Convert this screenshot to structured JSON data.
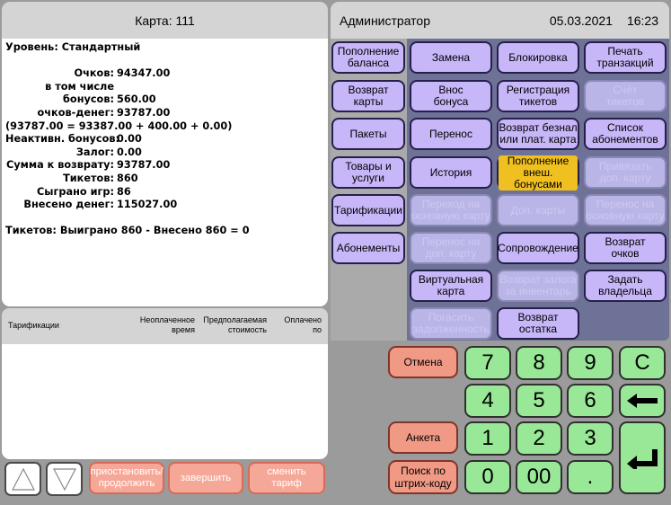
{
  "card": {
    "title": "Карта: 111",
    "level": "Уровень: Стандартный",
    "rows": [
      {
        "label": "Очков:",
        "value": "94347.00"
      },
      {
        "label": "в том числе",
        "value": ""
      },
      {
        "label": "бонусов:",
        "value": "560.00"
      },
      {
        "label": "очков-денег:",
        "value": "93787.00"
      },
      {
        "label": "(93787.00 = 93387.00 + 400.00 + 0.00)",
        "value": ""
      },
      {
        "label": "Неактивн. бонусов:",
        "value": "0.00"
      },
      {
        "label": "Залог:",
        "value": "0.00"
      },
      {
        "label": "Сумма к возврату:",
        "value": "93787.00"
      },
      {
        "label": "Тикетов:",
        "value": "860"
      },
      {
        "label": "Сыграно игр:",
        "value": "86"
      },
      {
        "label": "Внесено денег:",
        "value": "115027.00"
      }
    ],
    "tickets_summary": "Тикетов: Выиграно 860 - Внесено 860 = 0"
  },
  "tariffs_table": {
    "col1": "Тарификации",
    "col2a": "Неоплаченное",
    "col2b": "время",
    "col3a": "Предполагаемая",
    "col3b": "стоимость",
    "col4a": "Оплачено",
    "col4b": "по"
  },
  "bottom_buttons": {
    "pause": "приостановить/\nпродолжить",
    "finish": "завершить",
    "change_tariff": "сменить\nтариф"
  },
  "header": {
    "user": "Администратор",
    "date": "05.03.2021",
    "time": "16:23"
  },
  "left_menu": [
    "Пополнение\nбаланса",
    "Возврат\nкарты",
    "Пакеты",
    "Товары и\nуслуги",
    "Тарификации",
    "Абонементы"
  ],
  "actions": [
    {
      "label": "Замена",
      "enabled": true
    },
    {
      "label": "Блокировка",
      "enabled": true
    },
    {
      "label": "Печать\nтранзакций",
      "enabled": true
    },
    {
      "label": "Внос\nбонуса",
      "enabled": true
    },
    {
      "label": "Регистрация\nтикетов",
      "enabled": true
    },
    {
      "label": "Счёт\nтикетов",
      "enabled": false
    },
    {
      "label": "Перенос",
      "enabled": true
    },
    {
      "label": "Возврат безнал\nили плат. карта",
      "enabled": true
    },
    {
      "label": "Список\nабонементов",
      "enabled": true
    },
    {
      "label": "История",
      "enabled": true
    },
    {
      "label": "Пополнение\nвнеш. бонусами",
      "enabled": true,
      "highlight": true
    },
    {
      "label": "Привязать\nдоп. карту",
      "enabled": false
    },
    {
      "label": "Переход на\nосновную карту",
      "enabled": false
    },
    {
      "label": "Доп. карты",
      "enabled": false
    },
    {
      "label": "Перенос на\nосновную карту",
      "enabled": false
    },
    {
      "label": "Перенос на\nдоп. карту",
      "enabled": false
    },
    {
      "label": "Сопровождение",
      "enabled": true
    },
    {
      "label": "Возврат\nочков",
      "enabled": true
    },
    {
      "label": "Виртуальная\nкарта",
      "enabled": true
    },
    {
      "label": "Возврат залога\nза инвентарь",
      "enabled": false
    },
    {
      "label": "Задать\nвладельца",
      "enabled": true
    },
    {
      "label": "Погасить\nзадолженность",
      "enabled": false
    },
    {
      "label": "Возврат\nостатка",
      "enabled": true
    }
  ],
  "keypad": {
    "cancel": "Отмена",
    "survey": "Анкета",
    "barcode": "Поиск по\nштрих-коду",
    "keys": [
      "7",
      "8",
      "9",
      "C",
      "4",
      "5",
      "6",
      "1",
      "2",
      "3",
      "0",
      "00",
      "."
    ]
  },
  "colors": {
    "accent_button": "#c7b6f8",
    "action_panel": "#6f7297",
    "keypad": "#98e898",
    "danger": "#f09a86",
    "highlight": "#f0c020"
  }
}
